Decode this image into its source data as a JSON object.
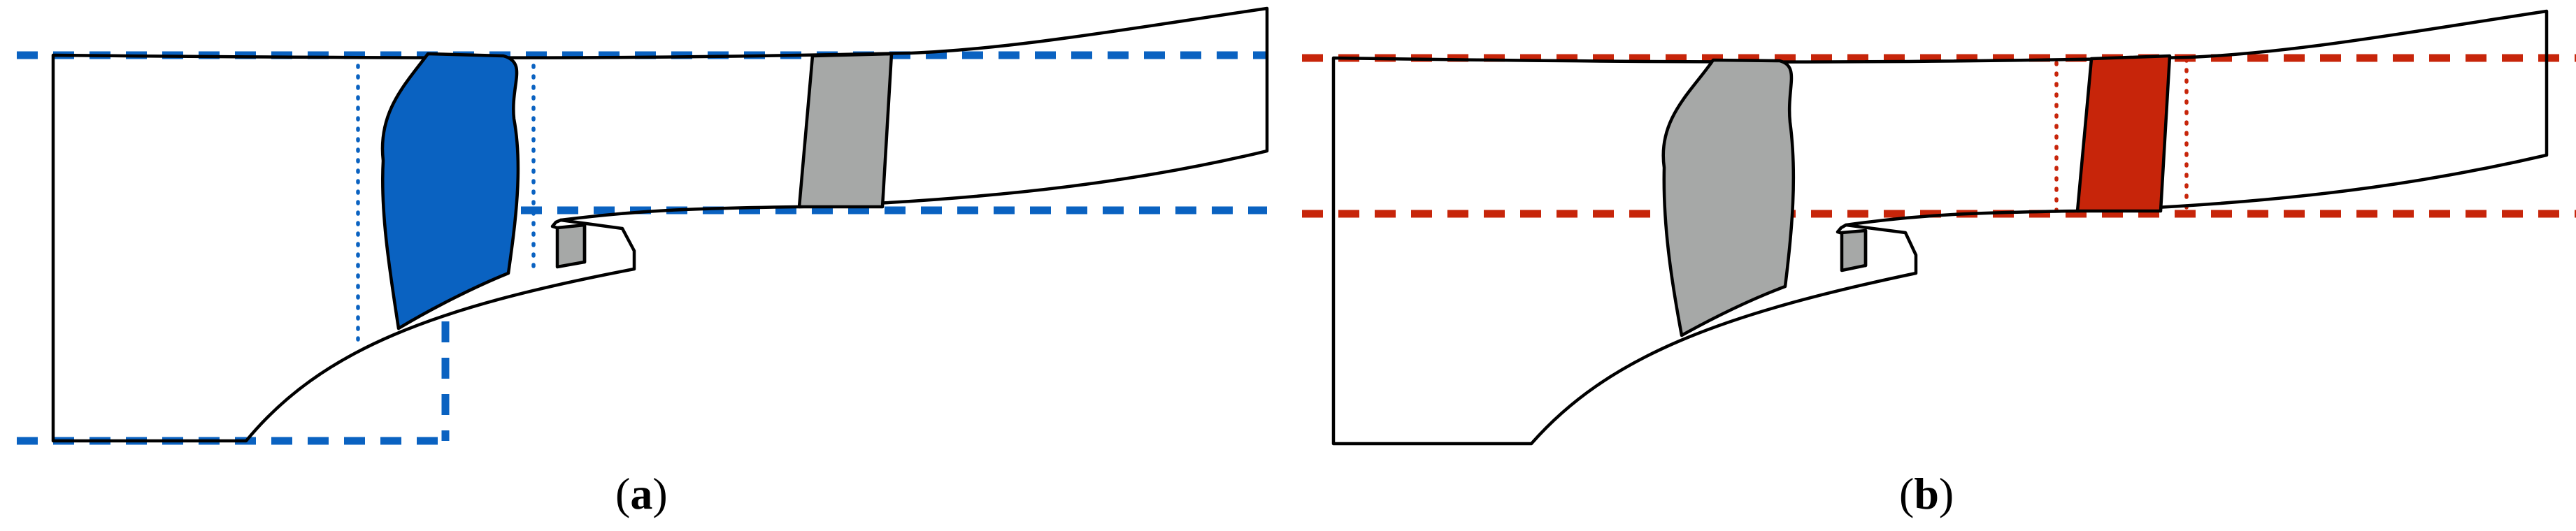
{
  "panels": [
    {
      "id": "a",
      "caption_open": "(",
      "caption_letter": "a",
      "caption_close": ")",
      "highlight_color": "#0a62c1",
      "highlight_region": "inlet-guide-vane"
    },
    {
      "id": "b",
      "caption_open": "(",
      "caption_letter": "b",
      "caption_close": ")",
      "highlight_color": "#c7250a",
      "highlight_region": "outlet-guide-vane"
    }
  ],
  "colors": {
    "inactive_blade": "#a6a8a7",
    "outline": "#000000",
    "background": "#ffffff"
  }
}
